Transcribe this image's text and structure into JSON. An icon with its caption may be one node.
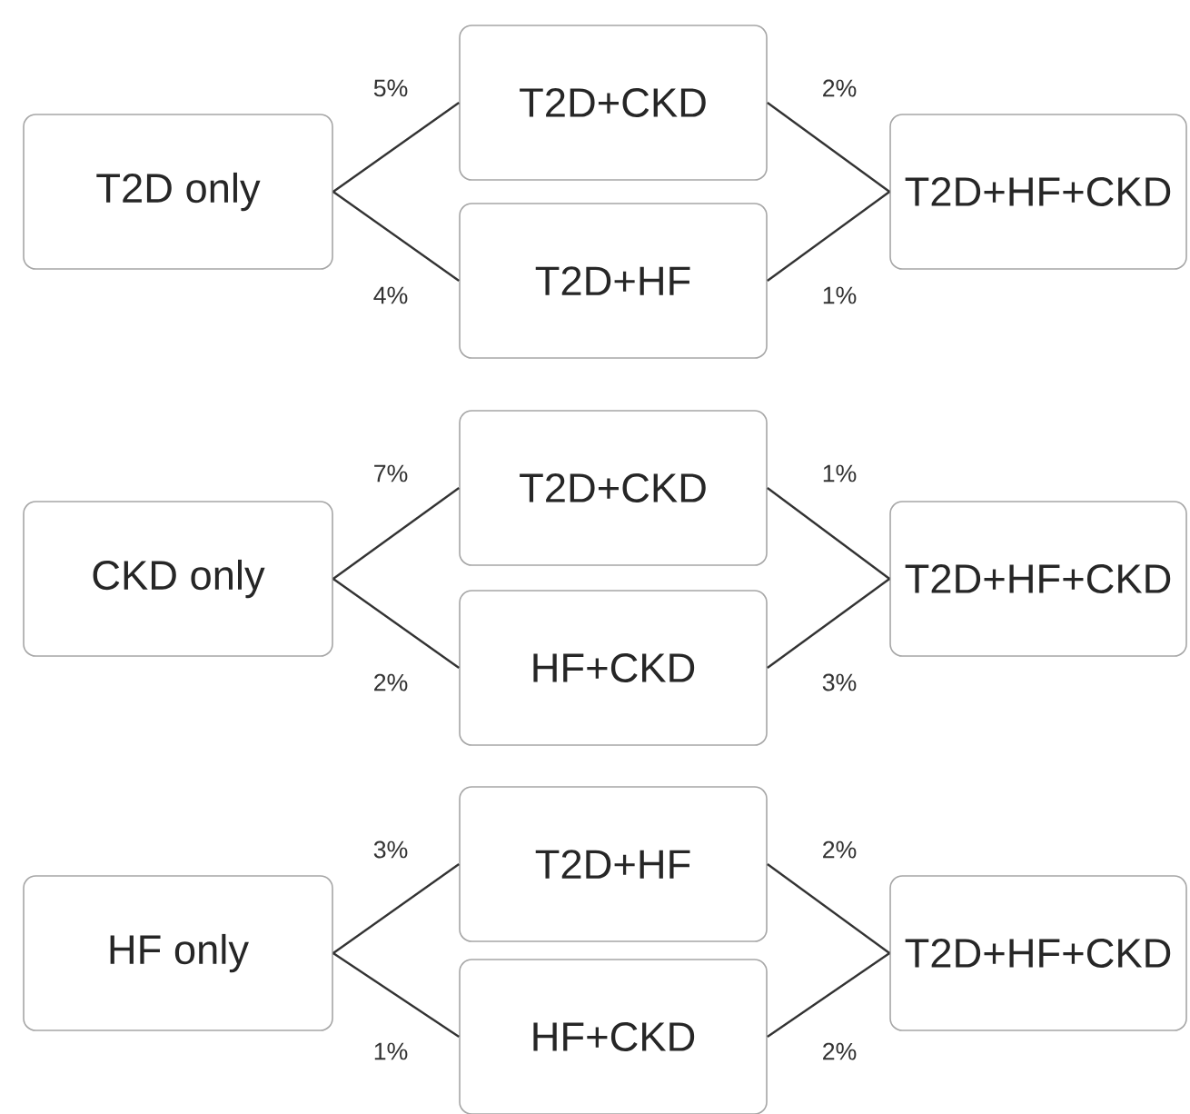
{
  "diagram": {
    "nodes": [
      {
        "text": [
          "T2D only"
        ]
      },
      {
        "text": [
          "T2D+CKD"
        ]
      },
      {
        "text": [
          "T2D+HF"
        ]
      },
      {
        "text": [
          "T2D+HF+CKD"
        ]
      },
      {
        "text": [
          "CKD only"
        ]
      },
      {
        "text": [
          "T2D+CKD"
        ]
      },
      {
        "text": [
          "HF+CKD"
        ]
      },
      {
        "text": [
          "T2D+HF+CKD"
        ]
      },
      {
        "text": [
          "HF only"
        ]
      },
      {
        "text": [
          "T2D+HF"
        ]
      },
      {
        "text": [
          "HF+CKD"
        ]
      },
      {
        "text": [
          "T2D+HF+CKD"
        ]
      }
    ],
    "edges": [
      {
        "from": 0,
        "to": 1,
        "arrow": "none",
        "label": "5%"
      },
      {
        "from": 0,
        "to": 2,
        "arrow": "none",
        "label": "4%"
      },
      {
        "from": 1,
        "to": 3,
        "arrow": "none",
        "label": "2%"
      },
      {
        "from": 2,
        "to": 3,
        "arrow": "none",
        "label": "1%"
      },
      {
        "from": 4,
        "to": 5,
        "arrow": "none",
        "label": "7%"
      },
      {
        "from": 4,
        "to": 6,
        "arrow": "none",
        "label": "2%"
      },
      {
        "from": 5,
        "to": 7,
        "arrow": "none",
        "label": "1%"
      },
      {
        "from": 6,
        "to": 7,
        "arrow": "none",
        "label": "3%"
      },
      {
        "from": 8,
        "to": 9,
        "arrow": "none",
        "label": "3%"
      },
      {
        "from": 8,
        "to": 10,
        "arrow": "none",
        "label": "1%"
      },
      {
        "from": 9,
        "to": 11,
        "arrow": "none",
        "label": "2%"
      },
      {
        "from": 10,
        "to": 11,
        "arrow": "none",
        "label": "2%"
      }
    ]
  }
}
